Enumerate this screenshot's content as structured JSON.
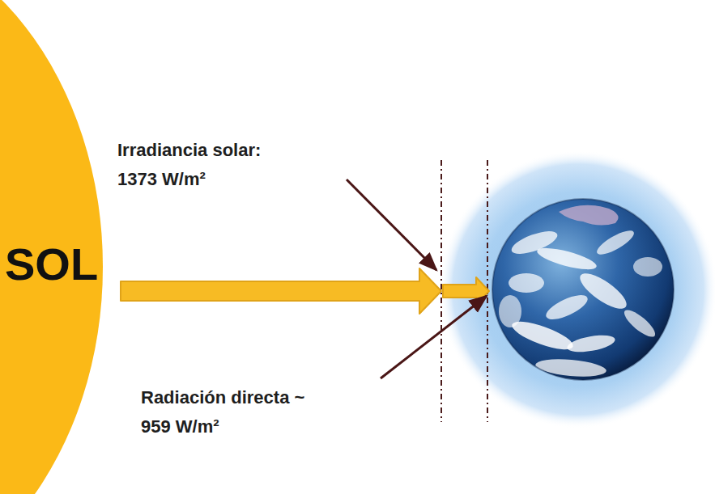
{
  "diagram": {
    "nodes": [
      {
        "text": [
          "SOL"
        ]
      }
    ],
    "labels": [
      "Irradiancia solar: 1373 W/m²",
      "Radiación directa ~ 959 W/m²"
    ]
  }
}
